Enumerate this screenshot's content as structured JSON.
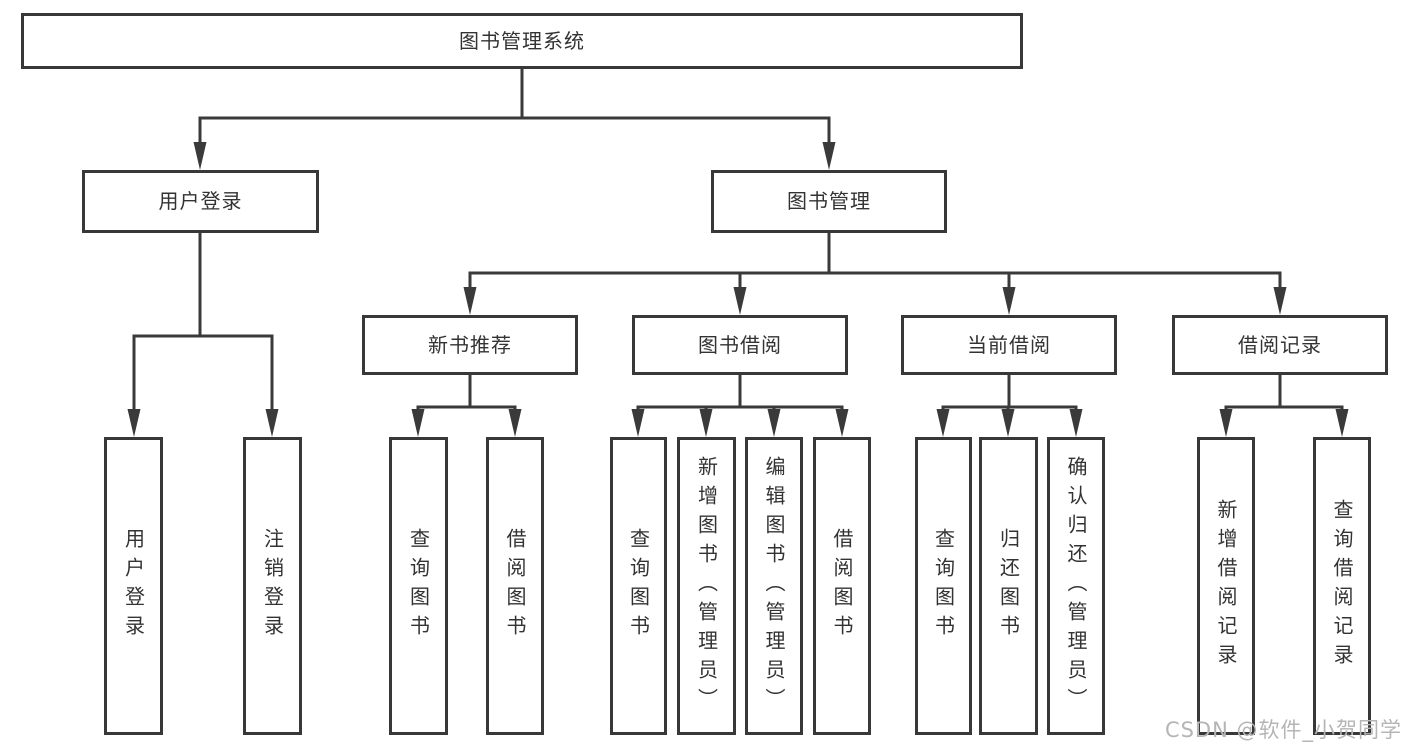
{
  "tree": {
    "root": {
      "label": "图书管理系统"
    },
    "level2": [
      {
        "label": "用户登录",
        "children": [
          {
            "label": "用户登录"
          },
          {
            "label": "注销登录"
          }
        ]
      },
      {
        "label": "图书管理",
        "groups": [
          {
            "label": "新书推荐",
            "children": [
              {
                "label": "查询图书"
              },
              {
                "label": "借阅图书"
              }
            ]
          },
          {
            "label": "图书借阅",
            "children": [
              {
                "label": "查询图书"
              },
              {
                "label": "新增图书（管理员）"
              },
              {
                "label": "编辑图书（管理员）"
              },
              {
                "label": "借阅图书"
              }
            ]
          },
          {
            "label": "当前借阅",
            "children": [
              {
                "label": "查询图书"
              },
              {
                "label": "归还图书"
              },
              {
                "label": "确认归还（管理员）"
              }
            ]
          },
          {
            "label": "借阅记录",
            "children": [
              {
                "label": "新增借阅记录"
              },
              {
                "label": "查询借阅记录"
              }
            ]
          }
        ]
      }
    ]
  },
  "watermark": {
    "text": "CSDN @软件_小贺同学"
  },
  "style": {
    "line_color": "#3a3a3a",
    "text_color": "#333333",
    "watermark_color": "#b5b5b5",
    "background": "#ffffff"
  }
}
